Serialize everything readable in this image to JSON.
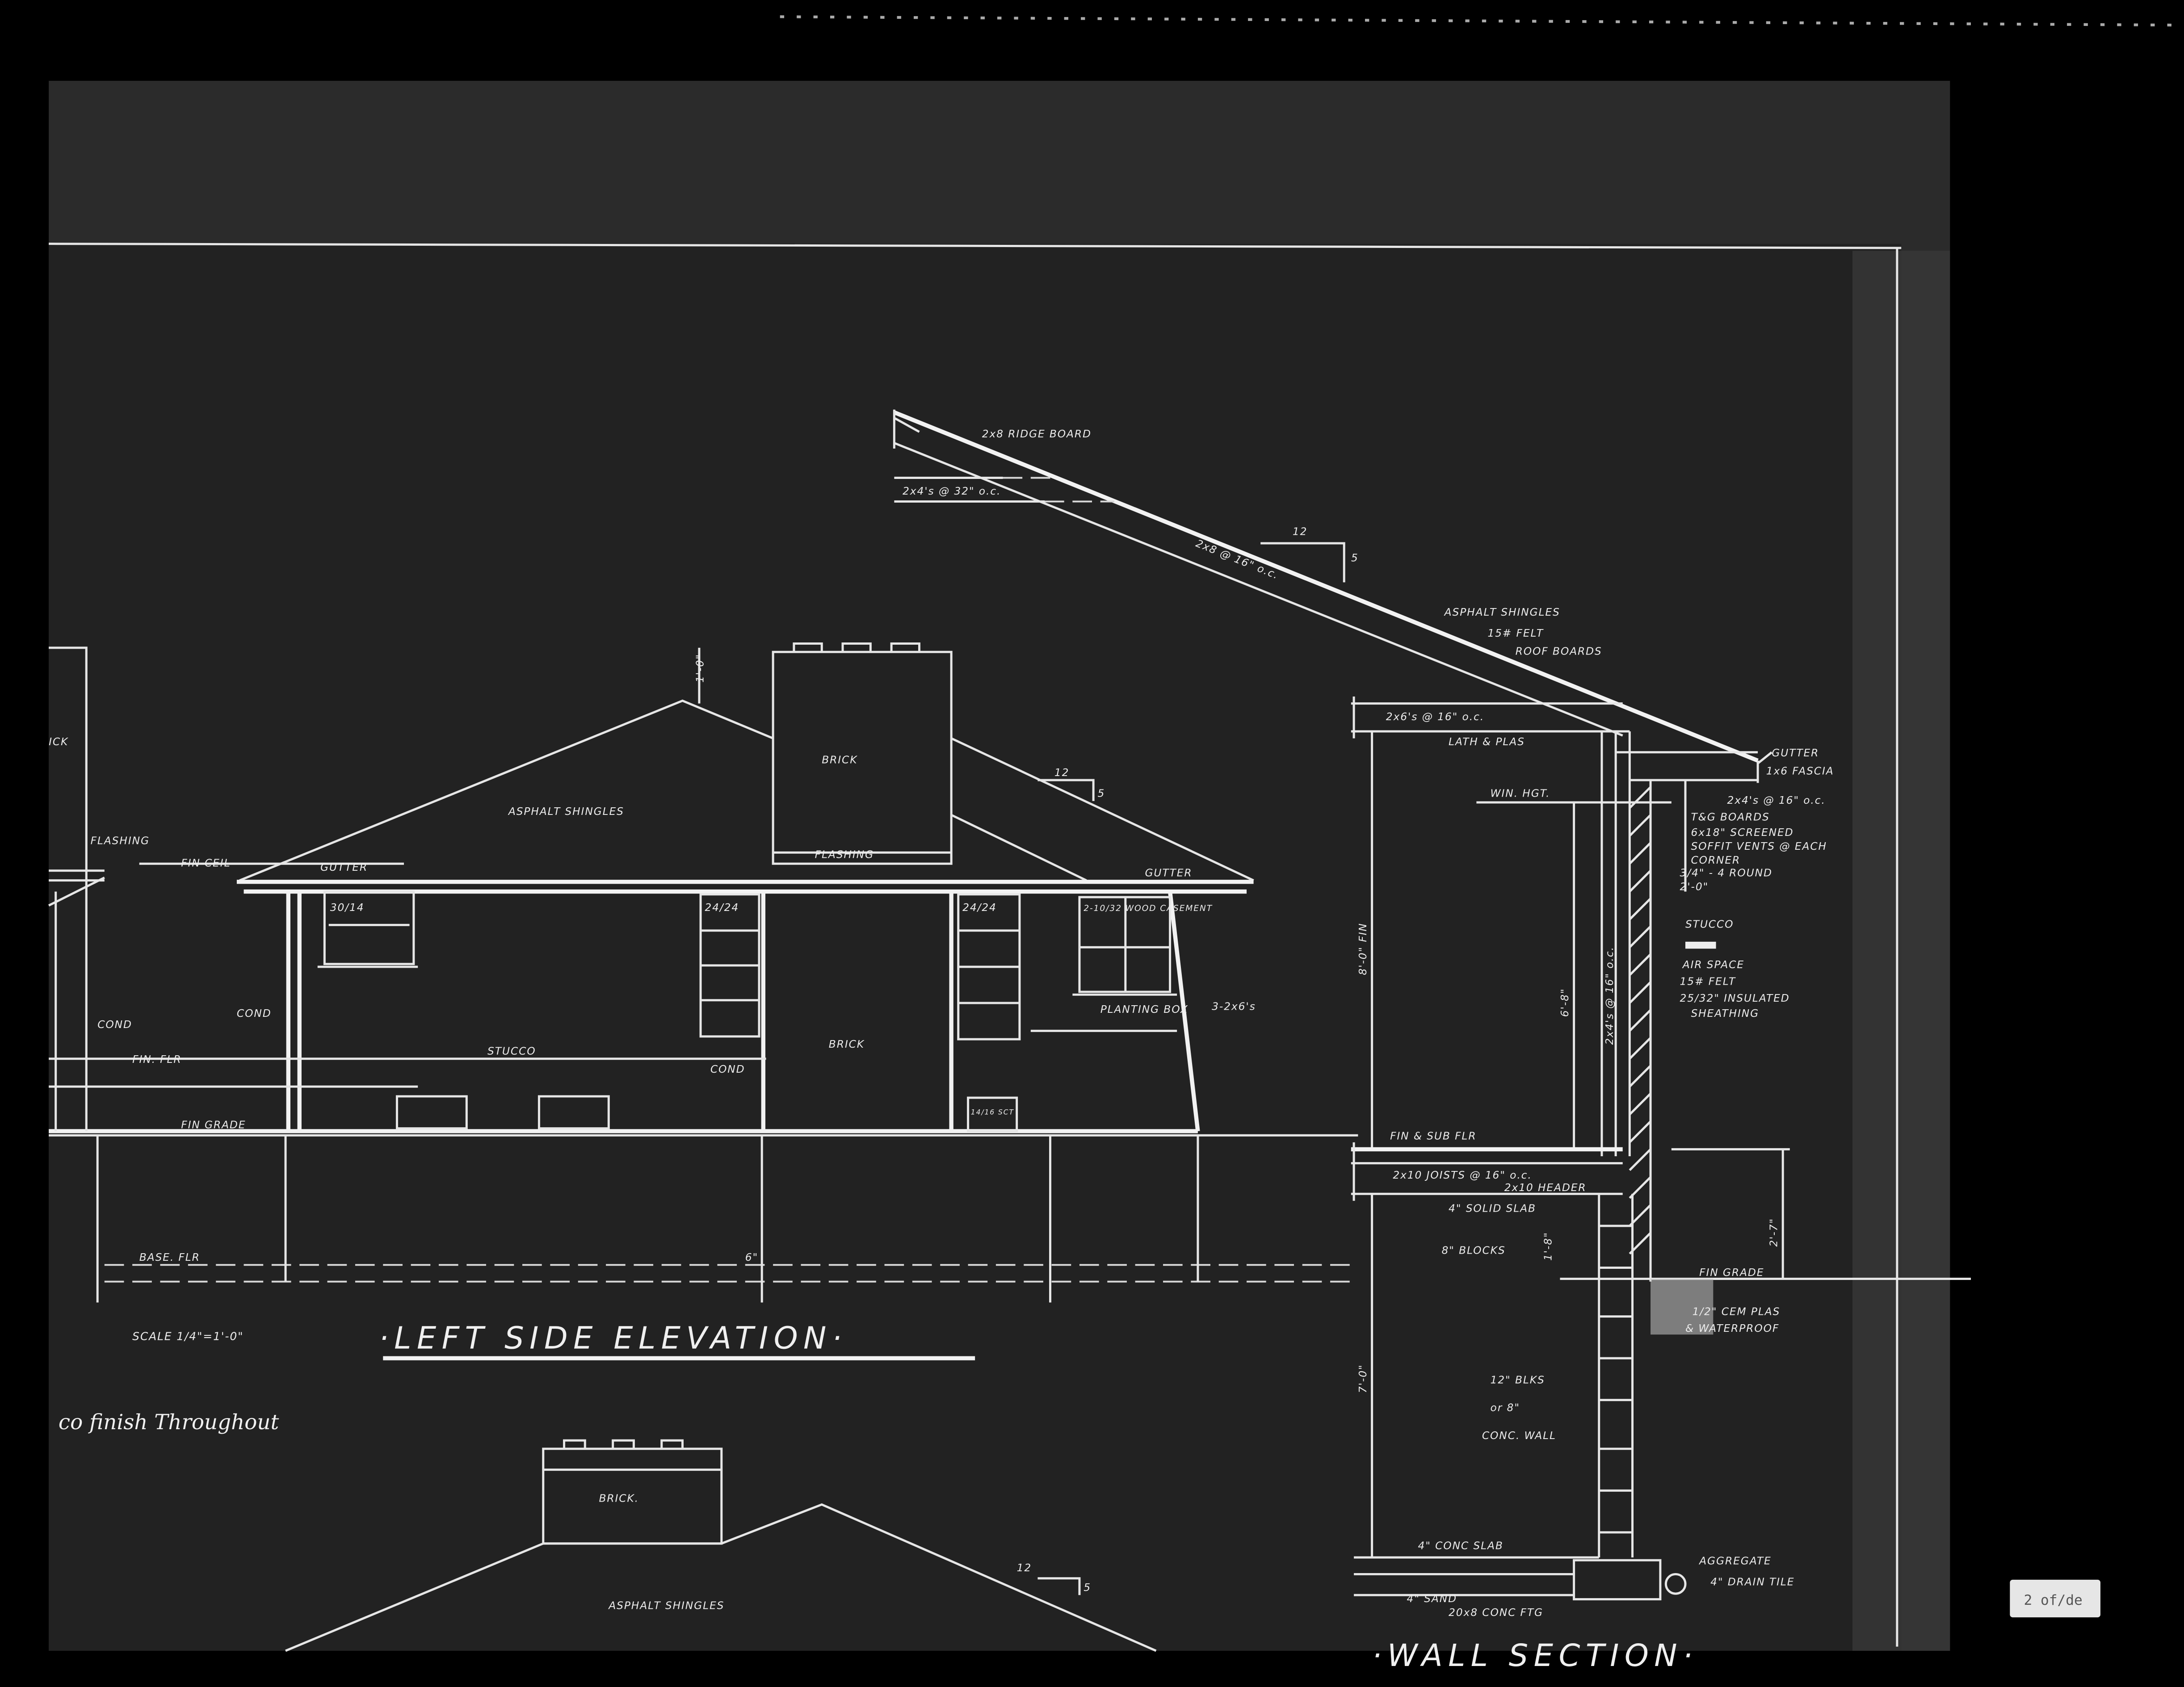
{
  "sheet_tag": "2 of/de",
  "titles": {
    "elevation": "·LEFT SIDE ELEVATION·",
    "scale": "SCALE 1/4\"=1'-0\"",
    "finish_note": "co finish Throughout",
    "wall_section": "·WALL SECTION·"
  },
  "section_labels": {
    "ridge": "2x8 RIDGE BOARD",
    "collar": "2x4's @ 32\" o.c.",
    "rafter": "2x8 @ 16\" o.c.",
    "pitch_run": "12",
    "pitch_rise": "5",
    "shingles": "ASPHALT SHINGLES",
    "felt": "15# FELT",
    "roof_boards": "ROOF BOARDS",
    "ceiling_joists": "2x6's @ 16\" o.c.",
    "lath": "LATH & PLAS",
    "gutter": "GUTTER",
    "fascia": "1x6 FASCIA",
    "lookouts": "2x4's @ 16\" o.c.",
    "tg": "T&G BOARDS",
    "vents1": "6x18\" SCREENED",
    "vents2": "SOFFIT VENTS @ EACH",
    "vents3": "CORNER",
    "round": "3/4\" - 4 ROUND",
    "overhang": "2'-0\"",
    "win_hgt": "WIN. HGT.",
    "ceiling_height": "8'-0\" FIN",
    "win_dim": "6'-8\"",
    "studs": "2x4's @ 16\" o.c.",
    "stucco": "STUCCO",
    "air_space": "AIR SPACE",
    "felt2": "15# FELT",
    "insulated": "25/32\" INSULATED",
    "sheathing": "SHEATHING",
    "subfloor": "FIN & SUB FLR",
    "joists": "2x10 JOISTS @ 16\" o.c.",
    "header": "2x10 HEADER",
    "solid_slab": "4\" SOLID SLAB",
    "blocks": "8\" BLOCKS",
    "block_dim": "1'-8\"",
    "grade_dim": "2'-7\"",
    "fin_grade": "FIN GRADE",
    "cem_plas": "1/2\" CEM PLAS",
    "waterproof": "& WATERPROOF",
    "blks1": "12\" BLKS",
    "blks2": "or 8\"",
    "blks3": "CONC. WALL",
    "base_dim": "7'-0\"",
    "conc_slab": "4\" CONC SLAB",
    "sand": "4\" SAND",
    "footing": "20x8 CONC FTG",
    "aggregate": "AGGREGATE",
    "drain": "4\" DRAIN TILE"
  },
  "elevation_labels": {
    "brick_top": "BRICK",
    "flashing": "FLASHING",
    "flashing_left": "FLASHING",
    "shingles": "ASPHALT SHINGLES",
    "gutter_left": "GUTTER",
    "gutter_right": "GUTTER",
    "fin_ceil": "FIN CEIL",
    "pitch_run": "12",
    "pitch_rise": "5",
    "win1": "30/14",
    "win2": "24/24",
    "win3": "24/24",
    "casement": "2-10/32 WOOD CASEMENT",
    "brick_wall": "BRICK",
    "stucco": "STUCCO",
    "cond1": "COND",
    "cond2": "COND",
    "cond3": "COND",
    "fin_flr": "FIN. FLR",
    "fin_grade": "FIN GRADE",
    "planting": "PLANTING BOX",
    "posts": "3-2x6's",
    "bsmt_win": "14/16 SCT",
    "base_flr": "BASE. FLR",
    "chimney_dim": "1'-0\"",
    "step_dim": "6\"",
    "left_brick": "ICK",
    "lower_brick": "BRICK.",
    "lower_shingles": "ASPHALT SHINGLES",
    "lower_pitch_run": "12",
    "lower_pitch_rise": "5"
  },
  "colors": {
    "paper": "#1e1e1e",
    "ink": "#e8e8e8",
    "frame": "#000000"
  }
}
